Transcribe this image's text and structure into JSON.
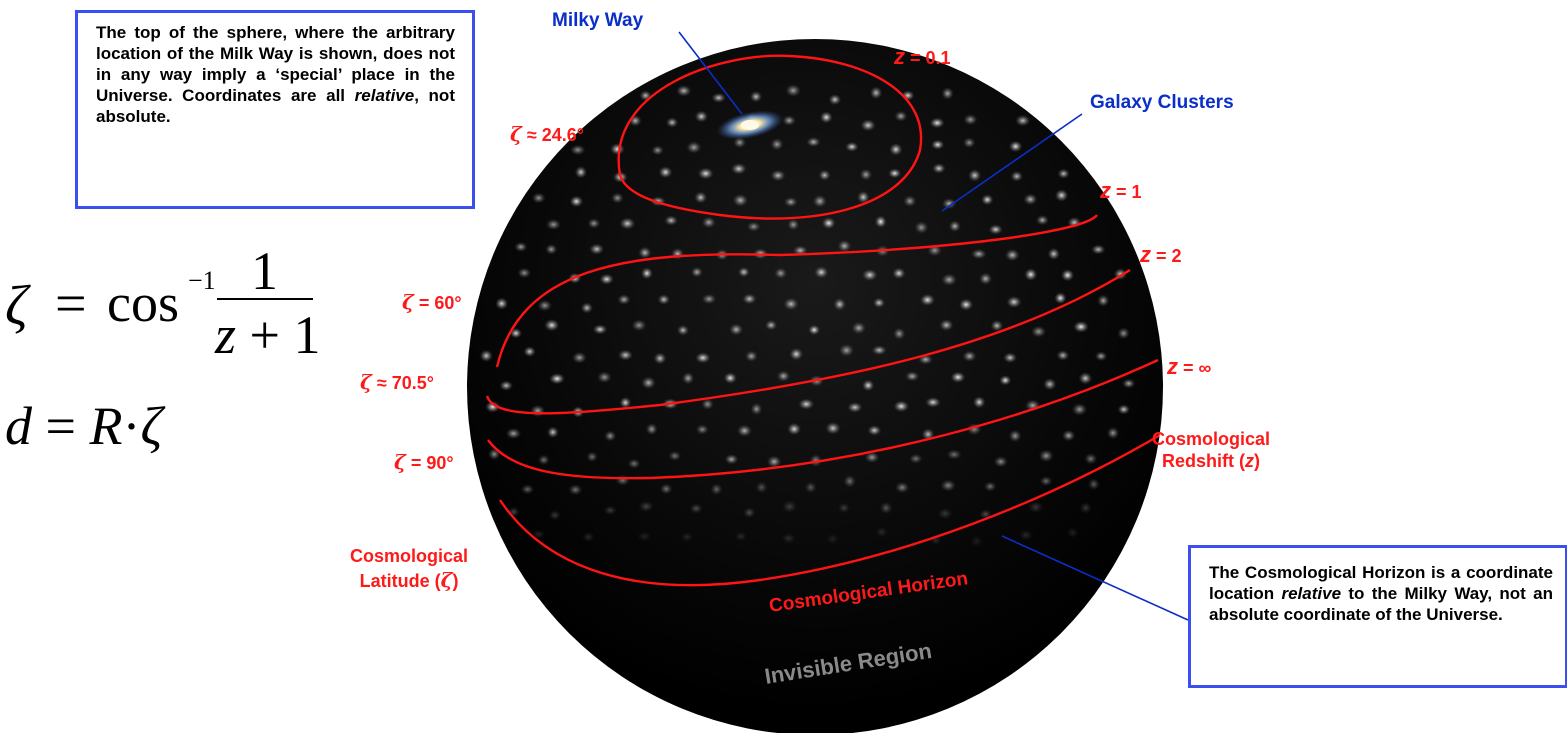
{
  "callouts": {
    "top_note": {
      "part1": "The top of the sphere, where the arbitrary location of the Milk Way is shown, does not in any way imply a ‘special’ place in the Universe. Coordinates are all ",
      "emph": "relative",
      "part2": ", not absolute."
    },
    "bottom_note": {
      "part1": "The Cosmological Horizon is a coordinate location ",
      "emph": "relative",
      "part2": " to the Milky Way, not an absolute coordinate of the Universe."
    }
  },
  "formulas": {
    "latitude": {
      "lhs": "ζ",
      "eq": "=",
      "func": "cos",
      "exp": "−1",
      "num": "1",
      "den_var": "z",
      "den_rest": " + 1"
    },
    "distance": {
      "lhs": "d",
      "eq": "=",
      "R": "R",
      "dot": "·",
      "zeta": "ζ"
    }
  },
  "labels": {
    "milky_way": "Milky Way",
    "galaxy_clusters": "Galaxy Clusters",
    "cosmological_horizon": "Cosmological Horizon",
    "invisible_region": "Invisible Region",
    "redshift_title_line1": "Cosmological",
    "redshift_title_line2_pre": "Redshift (",
    "redshift_title_var": "z",
    "redshift_title_line2_post": ")",
    "latitude_title_line1": "Cosmological",
    "latitude_title_line2_pre": "Latitude (",
    "latitude_title_var": "ζ",
    "latitude_title_line2_post": ")"
  },
  "redshift_marks": [
    {
      "var": "z",
      "text": " = 0.1"
    },
    {
      "var": "z",
      "text": " = 1"
    },
    {
      "var": "z",
      "text": " = 2"
    },
    {
      "var": "z",
      "text": " = ∞"
    }
  ],
  "latitude_marks": [
    {
      "var": "ζ",
      "text": " ≈ 24.6°"
    },
    {
      "var": "ζ",
      "text": " = 60°"
    },
    {
      "var": "ζ",
      "text": " ≈ 70.5°"
    },
    {
      "var": "ζ",
      "text": " = 90°"
    }
  ],
  "colors": {
    "accent_red": "#ff1a1a",
    "accent_blue": "#0a2fc8",
    "callout_border": "#3b4ff0",
    "sphere": "#050505",
    "invisible_text": "#8a8a8a"
  },
  "icons": {
    "milky_way": "spiral-galaxy-icon",
    "clusters": "galaxy-cluster-dots"
  }
}
